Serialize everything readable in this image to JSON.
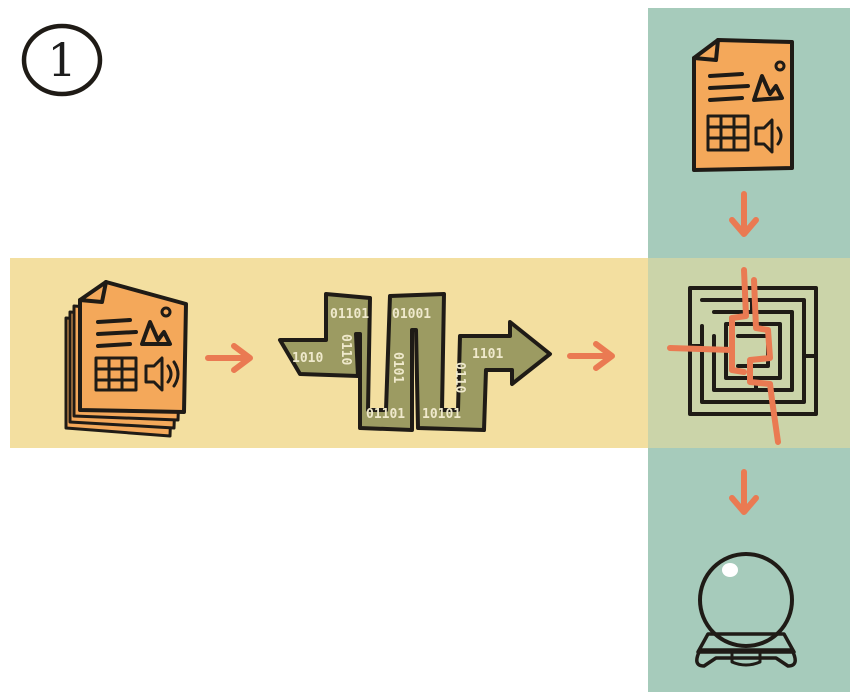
{
  "step": {
    "label": "1"
  },
  "colors": {
    "band": "#f3dfa0",
    "column": "#a6cbbb",
    "document": "#f4a85a",
    "arrow": "#ea7a52",
    "stream": "#9c9b62",
    "orb": "#f6e2a8",
    "orb_base": "#e0a056"
  },
  "binary_stream": {
    "segments": [
      "1010",
      "01101",
      "0110",
      "01001",
      "0101",
      "10101",
      "0110",
      "1101",
      "01101"
    ]
  },
  "icons": [
    "document-stack-icon",
    "right-arrow-icon",
    "binary-stream-icon",
    "right-arrow-icon",
    "maze-icon",
    "document-icon",
    "down-arrow-icon",
    "down-arrow-icon",
    "crystal-ball-icon"
  ]
}
